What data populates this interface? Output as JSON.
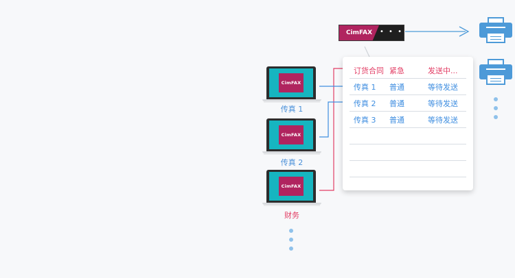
{
  "colors": {
    "accent_pink": "#e23d64",
    "accent_blue": "#3f8ee0",
    "brand_magenta": "#b0245f",
    "screen_teal": "#16b5c0",
    "printer_blue": "#4d9ad8"
  },
  "brand": {
    "logo_text": "CimFAX",
    "menu_glyph": "• • •"
  },
  "clients": [
    {
      "label": "传真 1",
      "logo_text": "CimFAX",
      "label_color": "#4a90d9"
    },
    {
      "label": "传真 2",
      "logo_text": "CimFAX",
      "label_color": "#4a90d9"
    },
    {
      "label": "财务",
      "logo_text": "CimFAX",
      "label_color": "#e23d64"
    }
  ],
  "queue": {
    "header": {
      "name": "订货合同",
      "priority": "紧急",
      "status": "发送中..."
    },
    "jobs": [
      {
        "name": "传真 1",
        "priority": "普通",
        "status": "等待发送"
      },
      {
        "name": "传真 2",
        "priority": "普通",
        "status": "等待发送"
      },
      {
        "name": "传真 3",
        "priority": "普通",
        "status": "等待发送"
      }
    ]
  },
  "icons": {
    "printer": "printer-icon",
    "laptop": "laptop-icon",
    "more": "ellipsis-dots-icon"
  }
}
